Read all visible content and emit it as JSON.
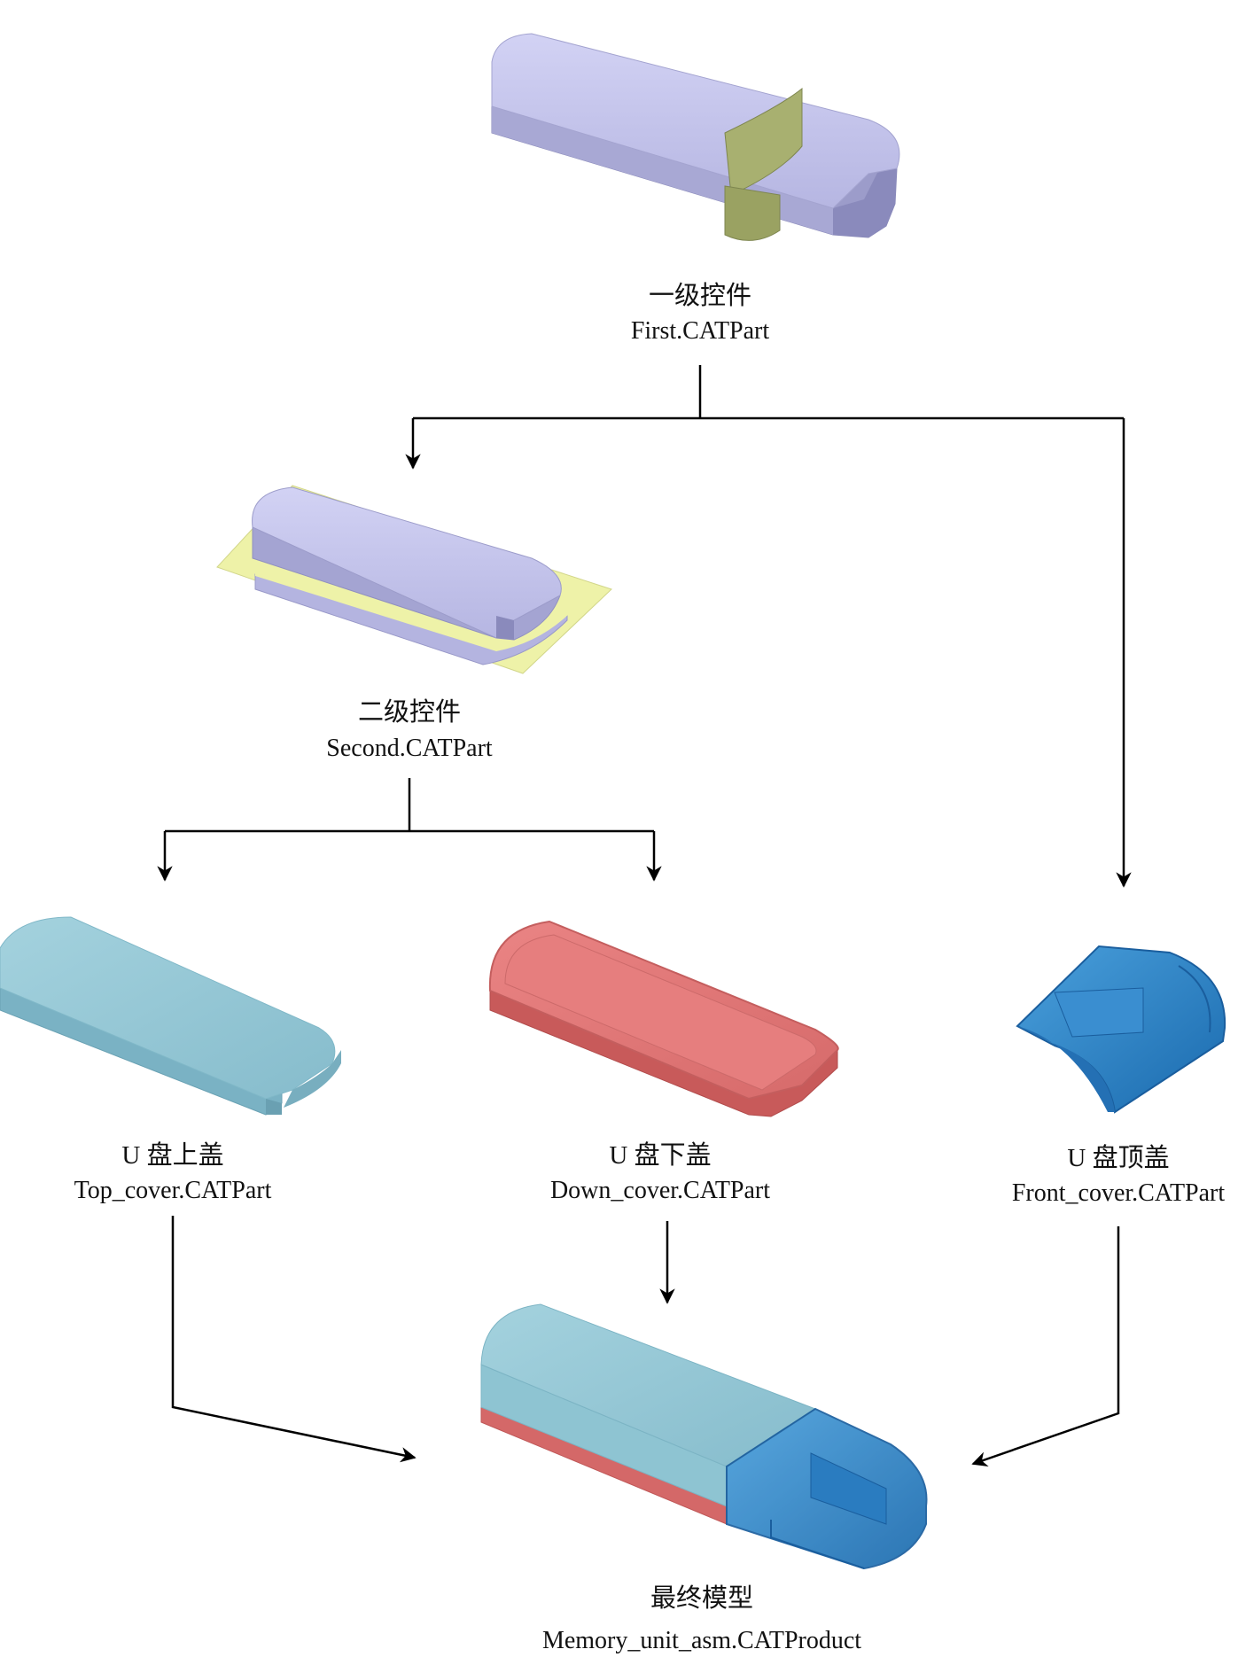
{
  "nodes": {
    "first": {
      "label_zh": "一级控件",
      "label_en": "First.CATPart"
    },
    "second": {
      "label_zh": "二级控件",
      "label_en": "Second.CATPart"
    },
    "top_cover": {
      "label_zh": "U 盘上盖",
      "label_en": "Top_cover.CATPart"
    },
    "down_cover": {
      "label_zh": "U 盘下盖",
      "label_en": "Down_cover.CATPart"
    },
    "front_cover": {
      "label_zh": "U 盘顶盖",
      "label_en": "Front_cover.CATPart"
    },
    "final": {
      "label_zh": "最终模型",
      "label_en": "Memory_unit_asm.CATProduct"
    }
  },
  "colors": {
    "first_body": "#c4c4ec",
    "surface_green": "#a8b070",
    "surface_yellow": "#eef2a8",
    "top_cover": "#96cad8",
    "down_cover": "#e27676",
    "front_cover": "#2c86c8",
    "connector": "#000000"
  }
}
